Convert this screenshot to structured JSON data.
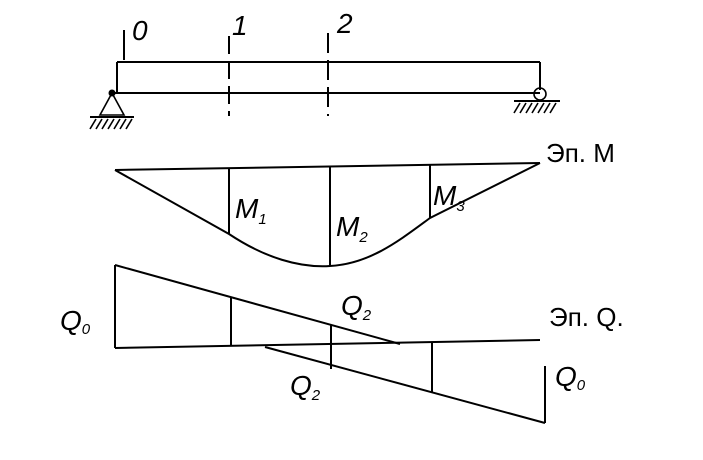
{
  "beam": {
    "section_labels": [
      "0",
      "1",
      "2"
    ]
  },
  "moment_diagram": {
    "title": "Эп. M",
    "labels": [
      {
        "main": "M",
        "sub": "1"
      },
      {
        "main": "M",
        "sub": "2"
      },
      {
        "main": "M",
        "sub": "3"
      }
    ]
  },
  "shear_diagram": {
    "title": "Эп. Q.",
    "labels": {
      "q0_left": {
        "main": "Q",
        "sub": "0"
      },
      "q2_upper": {
        "main": "Q",
        "sub": "2"
      },
      "q2_lower": {
        "main": "Q",
        "sub": "2"
      },
      "q0_right": {
        "main": "Q",
        "sub": "0"
      }
    }
  }
}
